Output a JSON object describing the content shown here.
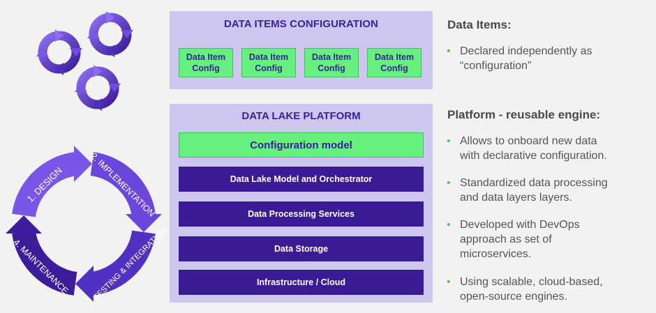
{
  "cycle_labels": {
    "design": "1. DESIGN",
    "implementation": "2. IMPLEMENTATION",
    "testing": "3. TESTING & INTEGRATION",
    "maintenance": "4. MAINTENANCE"
  },
  "data_items_panel": {
    "title": "DATA ITEMS CONFIGURATION",
    "items": [
      {
        "line1": "Data Item",
        "line2": "Config"
      },
      {
        "line1": "Data Item",
        "line2": "Config"
      },
      {
        "line1": "Data Item",
        "line2": "Config"
      },
      {
        "line1": "Data Item",
        "line2": "Config"
      }
    ]
  },
  "data_lake_panel": {
    "title": "DATA LAKE PLATFORM",
    "config_model": "Configuration model",
    "layers": [
      "Data Lake Model and Orchestrator",
      "Data Processing Services",
      "Data Storage",
      "Infrastructure / Cloud"
    ]
  },
  "right_text": {
    "data_items_heading": "Data Items:",
    "data_items_bullets": [
      {
        "line1": "Declared independently as",
        "line2": "“configuration”"
      }
    ],
    "platform_heading": "Platform - reusable engine:",
    "platform_bullets": [
      {
        "line1": "Allows to onboard new data",
        "line2": "with declarative configuration.",
        "line3": ""
      },
      {
        "line1": "Standardized data processing",
        "line2": "and data layers layers.",
        "line3": ""
      },
      {
        "line1": "Developed with DevOps",
        "line2": "approach as set of",
        "line3": "microservices."
      },
      {
        "line1": "Using scalable, cloud-based,",
        "line2": "open-source engines.",
        "line3": ""
      }
    ]
  },
  "colors": {
    "purple_dark": "#3b1a96",
    "purple_mid": "#5b35c9",
    "panel_bg": "#cdc6ee",
    "green": "#66f07d",
    "bullet_green": "#4cc95c"
  }
}
